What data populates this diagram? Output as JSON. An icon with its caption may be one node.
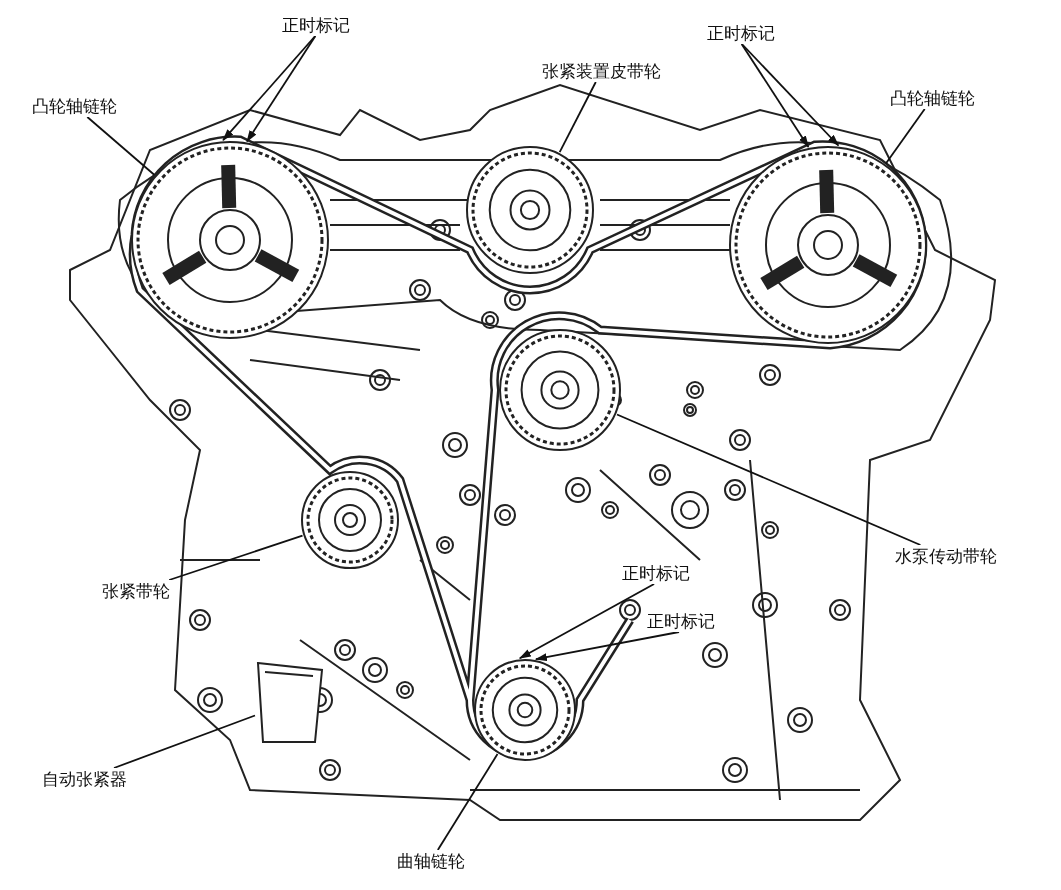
{
  "diagram": {
    "nodes": [
      {
        "text": [
          "正时标记"
        ]
      },
      {
        "text": [
          "张紧装置皮带轮"
        ]
      },
      {
        "text": [
          "正时标记"
        ]
      },
      {
        "text": [
          "凸轮轴链轮"
        ]
      },
      {
        "text": [
          "凸轮轴链轮"
        ]
      },
      {
        "text": [
          "水泵传动带轮"
        ]
      },
      {
        "text": [
          "张紧带轮"
        ]
      },
      {
        "text": [
          "正时标记"
        ]
      },
      {
        "text": [
          "正时标记"
        ]
      },
      {
        "text": [
          "自动张紧器"
        ]
      },
      {
        "text": [
          "曲轴链轮"
        ]
      },
      {
        "text": [],
        "shape": "circle"
      },
      {
        "text": [],
        "shape": "circle"
      },
      {
        "text": [],
        "shape": "circle"
      },
      {
        "text": [],
        "shape": "circle"
      },
      {
        "text": [],
        "shape": "circle"
      },
      {
        "text": [],
        "shape": "box"
      },
      {
        "text": [],
        "shape": "circle"
      }
    ],
    "edges": [
      {
        "from": 0,
        "to": 11,
        "arrow": "to"
      },
      {
        "from": 0,
        "to": 11,
        "arrow": "to"
      },
      {
        "from": 2,
        "to": 13,
        "arrow": "to"
      },
      {
        "from": 2,
        "to": 13,
        "arrow": "to"
      },
      {
        "from": 3,
        "to": 11,
        "arrow": "none"
      },
      {
        "from": 1,
        "to": 12,
        "arrow": "none"
      },
      {
        "from": 4,
        "to": 13,
        "arrow": "none"
      },
      {
        "from": 5,
        "to": 14,
        "arrow": "none"
      },
      {
        "from": 6,
        "to": 15,
        "arrow": "none"
      },
      {
        "from": 7,
        "to": 17,
        "arrow": "to"
      },
      {
        "from": 8,
        "to": 17,
        "arrow": "to"
      },
      {
        "from": 9,
        "to": 16,
        "arrow": "none"
      },
      {
        "from": 10,
        "to": 17,
        "arrow": "none"
      }
    ]
  }
}
